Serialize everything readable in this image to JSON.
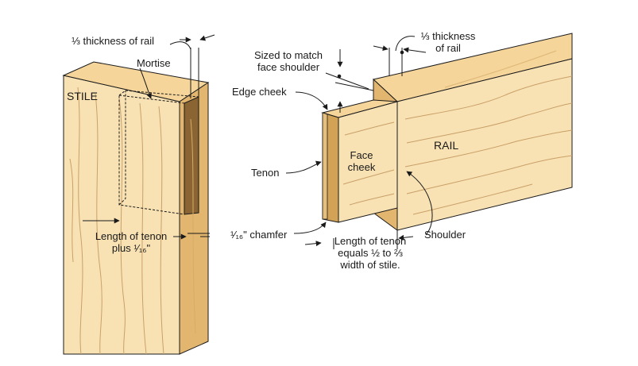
{
  "labels": {
    "third_thickness_rail_left": "⅓ thickness of rail",
    "mortise": "Mortise",
    "stile": "STILE",
    "length_tenon_plus": "Length of tenon plus ¹⁄₁₆\"",
    "sized_to_match": "Sized to match face shoulder",
    "third_thickness_rail_right": "⅓ thickness of rail",
    "edge_cheek": "Edge cheek",
    "face_cheek": "Face cheek",
    "rail": "RAIL",
    "tenon": "Tenon",
    "chamfer": "¹⁄₁₆\" chamfer",
    "length_tenon_equals": "Length of tenon equals ½ to ⅔ width of stile.",
    "shoulder": "Shoulder"
  },
  "colors": {
    "wood_face": "#f5d59a",
    "wood_light": "#f8e2b4",
    "wood_side": "#e2b66e",
    "wood_dark": "#d2a257",
    "grain": "#c9a067",
    "outline": "#1a1a1a"
  }
}
